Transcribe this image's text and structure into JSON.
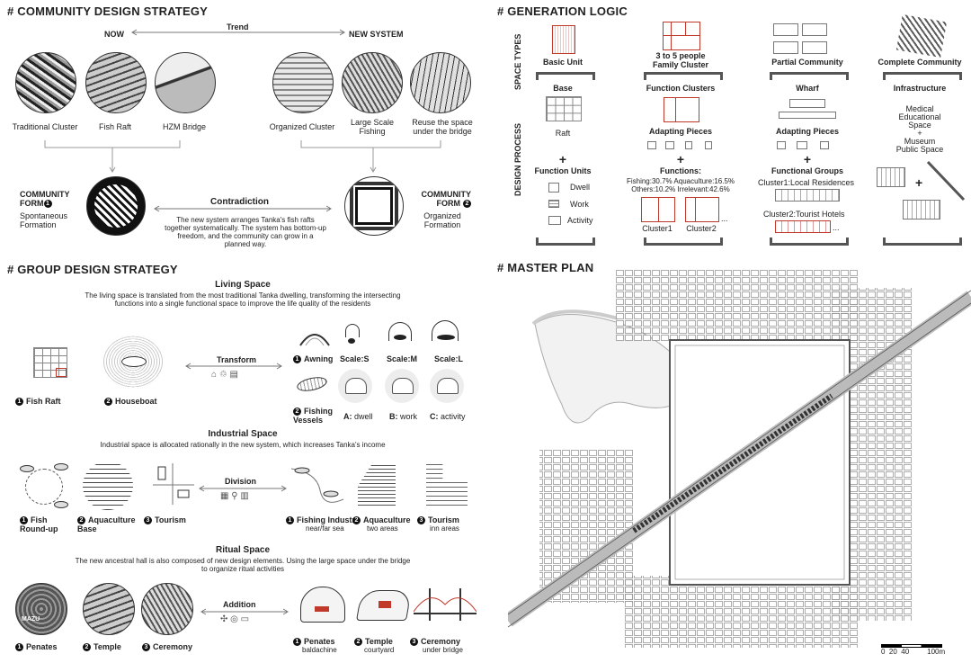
{
  "sections": {
    "community": "# COMMUNITY DESIGN STRATEGY",
    "generation": "# GENERATION LOGIC",
    "group": "# GROUP DESIGN STRATEGY",
    "master": "# MASTER PLAN"
  },
  "community": {
    "now": "NOW",
    "trend": "Trend",
    "new_system": "NEW SYSTEM",
    "photos_now": [
      "Traditional Cluster",
      "Fish Raft",
      "HZM Bridge"
    ],
    "photos_new": [
      "Organized Cluster",
      "Large Scale\nFishing",
      "Reuse the space\nunder the bridge"
    ],
    "form1_title": "COMMUNITY\nFORM",
    "form1_num": "1",
    "form1_sub": "Spontaneous\nFormation",
    "form2_title": "COMMUNITY\nFORM",
    "form2_num": "2",
    "form2_sub": "Organized\nFormation",
    "contradiction": "Contradiction",
    "contradiction_text": "The new system arranges Tanka's fish rafts together systematically. The system has bottom-up freedom, and the community can grow in a planned way."
  },
  "generation": {
    "space_types": "SPACE TYPES",
    "design_process": "DESIGN PROCESS",
    "types": [
      "Basic Unit",
      "3 to 5 people\nFamily Cluster",
      "Partial Community",
      "Complete Community"
    ],
    "bases": [
      "Base",
      "Function Clusters",
      "Wharf",
      "Infrastructure"
    ],
    "raft": "Raft",
    "adapting1": "Adapting Pieces",
    "adapting2": "Adapting Pieces",
    "function_units": "Function Units",
    "units": [
      "Dwell",
      "Work",
      "Activity"
    ],
    "functions_title": "Functions:",
    "functions_text": "Fishing:30.7% Aquaculture:16.5%\nOthers:10.2% Irrelevant:42.6%",
    "clusters": [
      "Cluster1",
      "Cluster2"
    ],
    "ellipsis": "...",
    "functional_groups": "Functional Groups",
    "groups": [
      "Cluster1:Local Residences",
      "Cluster2:Tourist Hotels"
    ],
    "infra_text": "Medical\nEducational\nSpace\n+\nMuseum\nPublic Space",
    "plus": "+"
  },
  "group": {
    "living_title": "Living Space",
    "living_text": "The living space is translated from the most traditional Tanka dwelling, transforming the intersecting\nfunctions into a single functional space to improve the life quality of the residents",
    "fish_raft": "Fish Raft",
    "houseboat": "Houseboat",
    "transform": "Transform",
    "awning": "Awning",
    "scales": [
      "Scale:S",
      "Scale:M",
      "Scale:L"
    ],
    "fishing_vessels": "Fishing\nVessels",
    "abc": [
      {
        "k": "A:",
        "v": " dwell"
      },
      {
        "k": "B:",
        "v": " work"
      },
      {
        "k": "C:",
        "v": " activity"
      }
    ],
    "industrial_title": "Industrial Space",
    "industrial_text": "Industrial space is allocated rationally in the new system, which increases Tanka's income",
    "ind_left": [
      "Fish\nRound-up",
      "Aquaculture\nBase",
      "Tourism"
    ],
    "division": "Division",
    "ind_right": [
      {
        "t": "Fishing Industry",
        "s": "near/far sea"
      },
      {
        "t": "Aquaculture",
        "s": "two areas"
      },
      {
        "t": "Tourism",
        "s": "inn areas"
      }
    ],
    "ritual_title": "Ritual Space",
    "ritual_text": "The new ancestral hall is also composed of new design elements.  Using the large space under the bridge\nto organize ritual activities",
    "rit_left": [
      "Penates",
      "Temple",
      "Ceremony"
    ],
    "addition": "Addition",
    "rit_right": [
      {
        "t": "Penates",
        "s": "baldachine"
      },
      {
        "t": "Temple",
        "s": "courtyard"
      },
      {
        "t": "Ceremony",
        "s": "under bridge"
      }
    ],
    "mazu": "MAZU"
  },
  "master": {
    "scale": "0  20  40         100m"
  },
  "colors": {
    "accent": "#c0392b",
    "ink": "#222222",
    "line": "#777777"
  }
}
